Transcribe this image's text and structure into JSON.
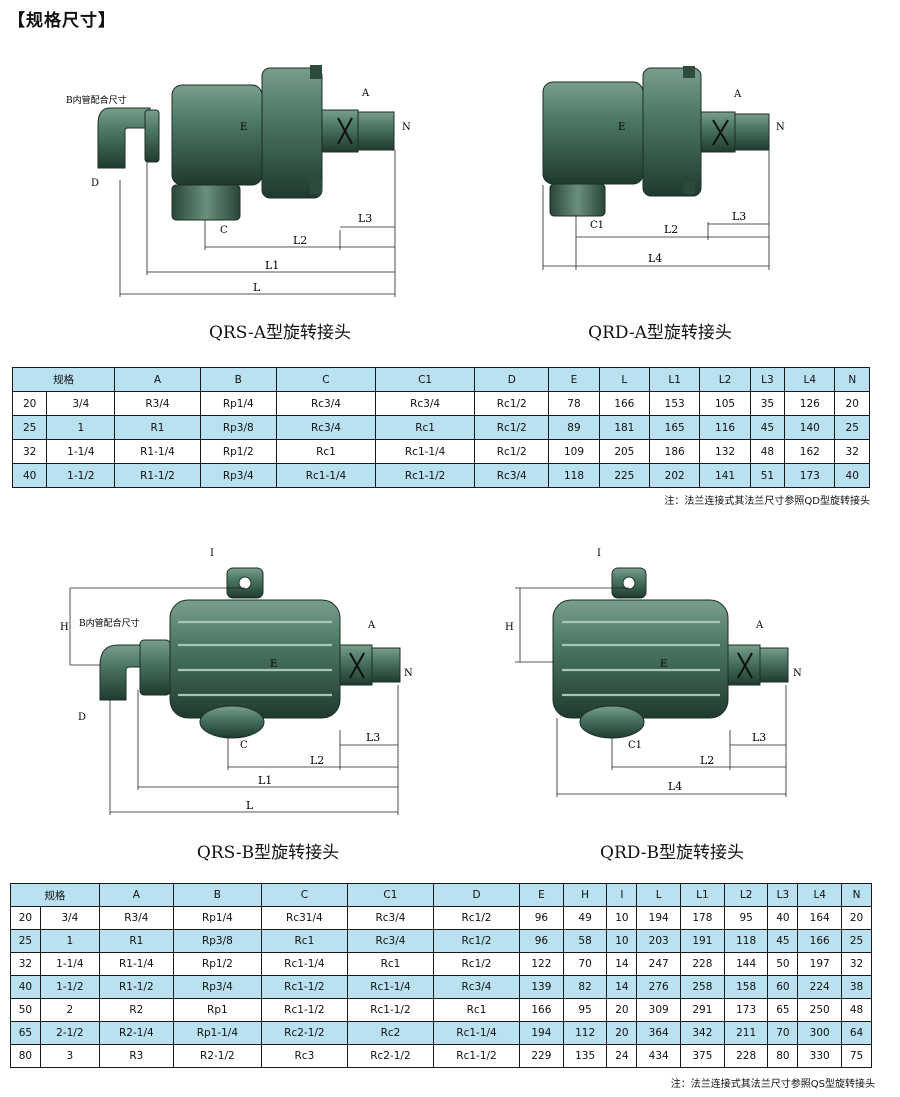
{
  "heading": "【规格尺寸】",
  "drawings": {
    "qrs_a": {
      "caption": "QRS-A型旋转接头",
      "labels": {
        "b_fit": "B内管配合尺寸",
        "d": "D",
        "e": "E",
        "a": "A",
        "n": "N",
        "c": "C",
        "l3": "L3",
        "l2": "L2",
        "l1": "L1",
        "l": "L"
      }
    },
    "qrd_a": {
      "caption": "QRD-A型旋转接头",
      "labels": {
        "e": "E",
        "a": "A",
        "n": "N",
        "c1": "C1",
        "l3": "L3",
        "l2": "L2",
        "l4": "L4"
      }
    },
    "qrs_b": {
      "caption": "QRS-B型旋转接头",
      "labels": {
        "i": "I",
        "h": "H",
        "b_fit": "B内管配合尺寸",
        "d": "D",
        "e": "E",
        "a": "A",
        "n": "N",
        "c": "C",
        "l3": "L3",
        "l2": "L2",
        "l1": "L1",
        "l": "L"
      }
    },
    "qrd_b": {
      "caption": "QRD-B型旋转接头",
      "labels": {
        "i": "I",
        "h": "H",
        "e": "E",
        "a": "A",
        "n": "N",
        "c1": "C1",
        "l3": "L3",
        "l2": "L2",
        "l4": "L4"
      }
    }
  },
  "table_a": {
    "headers": [
      "规格",
      "A",
      "B",
      "C",
      "C1",
      "D",
      "E",
      "L",
      "L1",
      "L2",
      "L3",
      "L4",
      "N"
    ],
    "rows": [
      [
        "20",
        "3/4",
        "R3/4",
        "Rp1/4",
        "Rc3/4",
        "Rc3/4",
        "Rc1/2",
        "78",
        "166",
        "153",
        "105",
        "35",
        "126",
        "20"
      ],
      [
        "25",
        "1",
        "R1",
        "Rp3/8",
        "Rc3/4",
        "Rc1",
        "Rc1/2",
        "89",
        "181",
        "165",
        "116",
        "45",
        "140",
        "25"
      ],
      [
        "32",
        "1-1/4",
        "R1-1/4",
        "Rp1/2",
        "Rc1",
        "Rc1-1/4",
        "Rc1/2",
        "109",
        "205",
        "186",
        "132",
        "48",
        "162",
        "32"
      ],
      [
        "40",
        "1-1/2",
        "R1-1/2",
        "Rp3/4",
        "Rc1-1/4",
        "Rc1-1/2",
        "Rc3/4",
        "118",
        "225",
        "202",
        "141",
        "51",
        "173",
        "40"
      ]
    ],
    "note": "注：法兰连接式其法兰尺寸参照QD型旋转接头"
  },
  "table_b": {
    "headers": [
      "规格",
      "A",
      "B",
      "C",
      "C1",
      "D",
      "E",
      "H",
      "I",
      "L",
      "L1",
      "L2",
      "L3",
      "L4",
      "N"
    ],
    "rows": [
      [
        "20",
        "3/4",
        "R3/4",
        "Rp1/4",
        "Rc31/4",
        "Rc3/4",
        "Rc1/2",
        "96",
        "49",
        "10",
        "194",
        "178",
        "95",
        "40",
        "164",
        "20"
      ],
      [
        "25",
        "1",
        "R1",
        "Rp3/8",
        "Rc1",
        "Rc3/4",
        "Rc1/2",
        "96",
        "58",
        "10",
        "203",
        "191",
        "118",
        "45",
        "166",
        "25"
      ],
      [
        "32",
        "1-1/4",
        "R1-1/4",
        "Rp1/2",
        "Rc1-1/4",
        "Rc1",
        "Rc1/2",
        "122",
        "70",
        "14",
        "247",
        "228",
        "144",
        "50",
        "197",
        "32"
      ],
      [
        "40",
        "1-1/2",
        "R1-1/2",
        "Rp3/4",
        "Rc1-1/2",
        "Rc1-1/4",
        "Rc3/4",
        "139",
        "82",
        "14",
        "276",
        "258",
        "158",
        "60",
        "224",
        "38"
      ],
      [
        "50",
        "2",
        "R2",
        "Rp1",
        "Rc1-1/2",
        "Rc1-1/2",
        "Rc1",
        "166",
        "95",
        "20",
        "309",
        "291",
        "173",
        "65",
        "250",
        "48"
      ],
      [
        "65",
        "2-1/2",
        "R2-1/4",
        "Rp1-1/4",
        "Rc2-1/2",
        "Rc2",
        "Rc1-1/4",
        "194",
        "112",
        "20",
        "364",
        "342",
        "211",
        "70",
        "300",
        "64"
      ],
      [
        "80",
        "3",
        "R3",
        "R2-1/2",
        "Rc3",
        "Rc2-1/2",
        "Rc1-1/2",
        "229",
        "135",
        "24",
        "434",
        "375",
        "228",
        "80",
        "330",
        "75"
      ]
    ],
    "note": "注：法兰连接式其法兰尺寸参照QS型旋转接头"
  },
  "colors": {
    "body": "#4f7a68",
    "body_dark": "#2d4a3d",
    "header_bg": "#b9e1f0"
  }
}
